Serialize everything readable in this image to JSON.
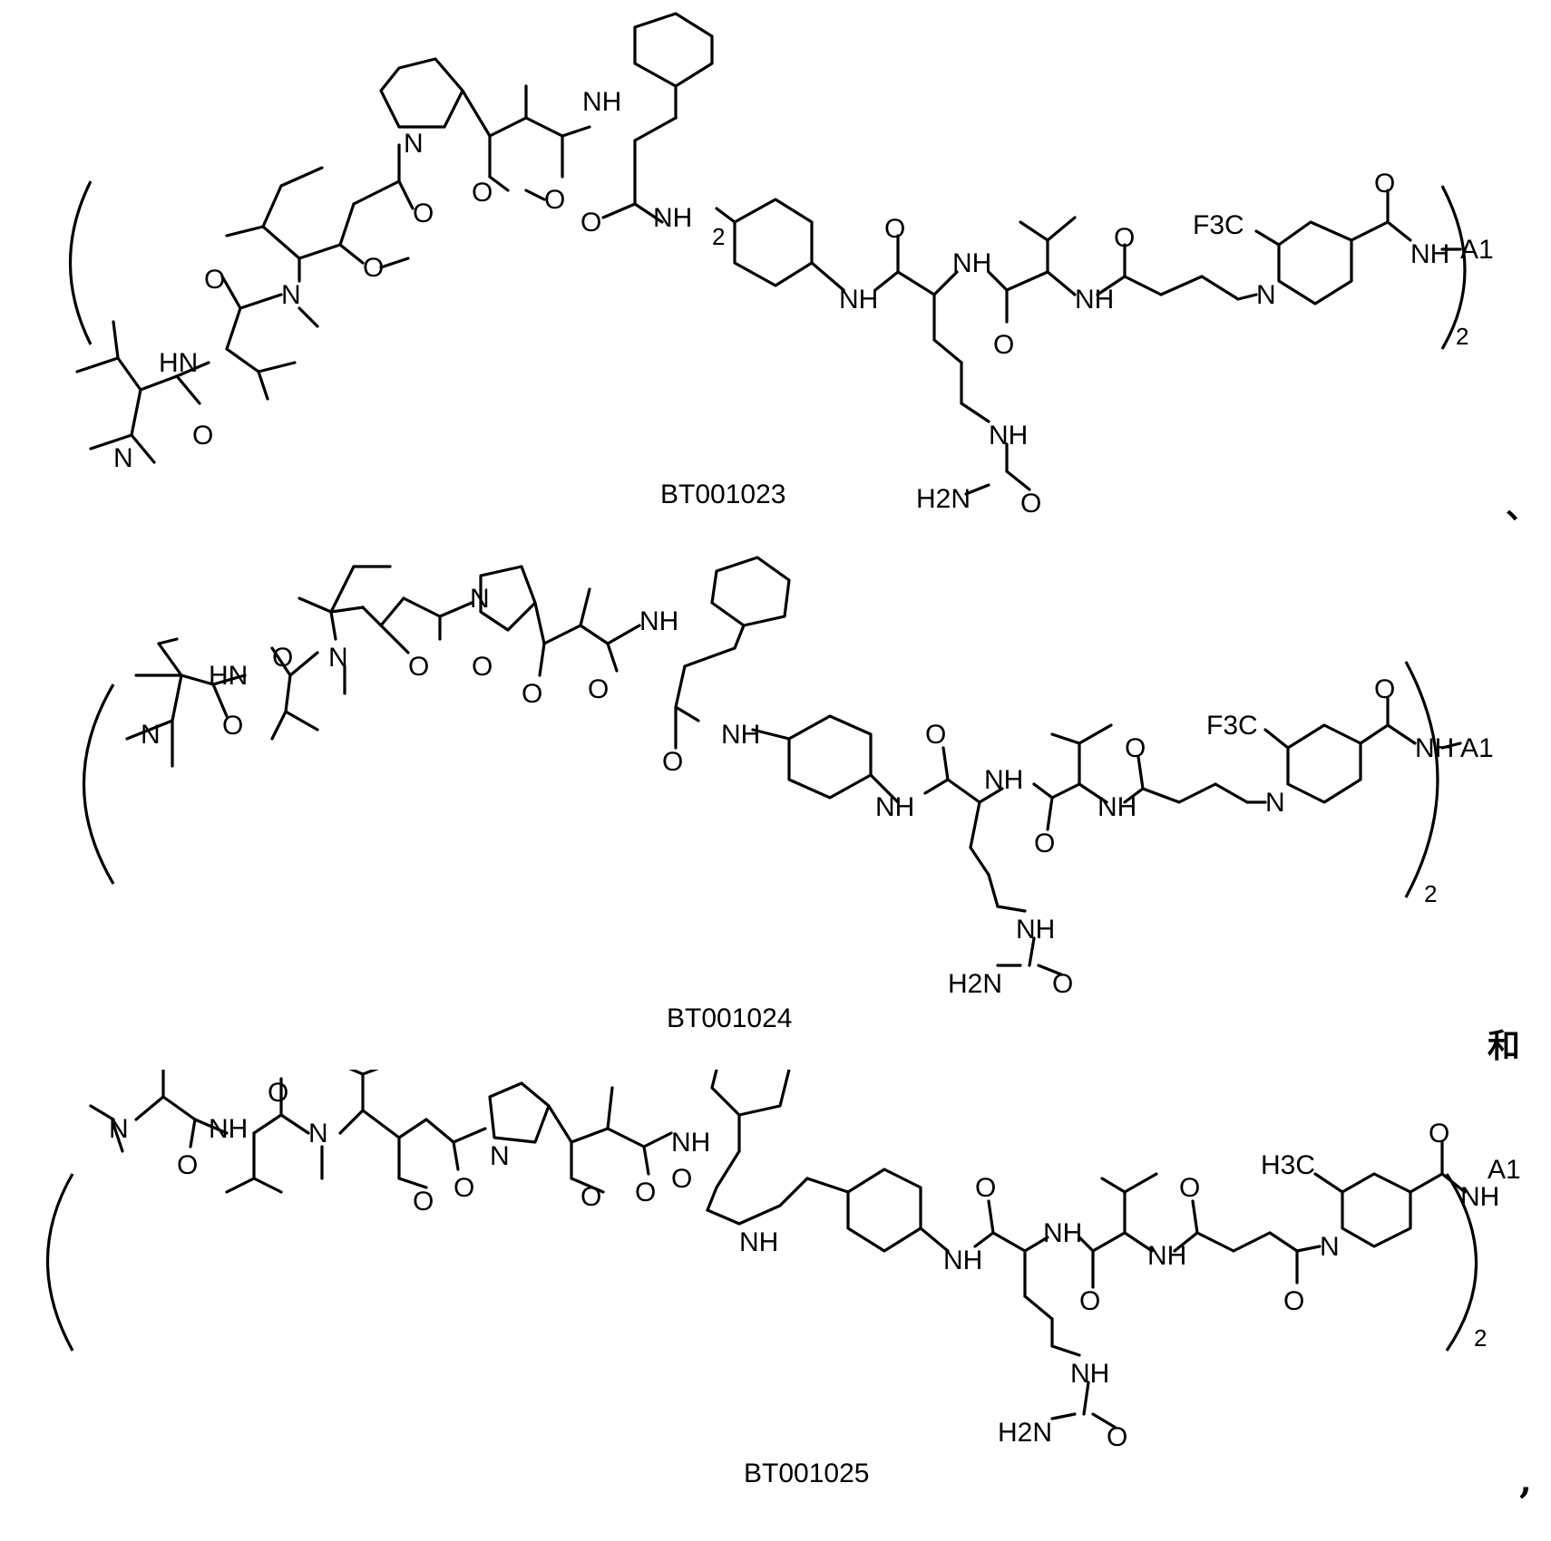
{
  "structures": [
    {
      "compound_id": "BT001023",
      "repeat_count": "2",
      "end_group": "A1",
      "piperidine_substituent": "F3C",
      "separator": "、",
      "atoms": {
        "n_pyrrolidine": "N",
        "nh_phe": "NH",
        "o_methoxy1": "O",
        "o_methoxy2": "O",
        "o_1": "O",
        "o_2": "O",
        "o_3": "O",
        "o_4": "O",
        "n_methyl": "N",
        "hn_val": "HN",
        "n_dimethyl": "N",
        "nh_linker": "NH",
        "linker_repeat": "2",
        "nh_aniline": "NH",
        "nh_cit": "NH",
        "nh_val": "NH",
        "n_piperidine": "N",
        "nh_amide": "NH",
        "o_5": "O",
        "o_6": "O",
        "o_7": "O",
        "o_8": "O",
        "nh_urea": "NH",
        "h2n": "H2N",
        "o_urea": "O"
      }
    },
    {
      "compound_id": "BT001024",
      "repeat_count": "2",
      "end_group": "A1",
      "piperidine_substituent": "F3C",
      "separator": "和",
      "atoms": {
        "n_pyrrolidine": "N",
        "nh_phe": "NH",
        "o_methoxy1": "O",
        "o_methoxy2": "O",
        "o_1": "O",
        "o_2": "O",
        "o_3": "O",
        "o_4": "O",
        "n_methyl": "N",
        "hn_val": "HN",
        "n_dimethyl": "N",
        "nh_linker": "NH",
        "nh_aniline": "NH",
        "nh_cit": "NH",
        "nh_val": "NH",
        "n_piperidine": "N",
        "nh_amide": "NH",
        "o_5": "O",
        "o_6": "O",
        "o_7": "O",
        "o_8": "O",
        "nh_urea": "NH",
        "h2n": "H2N",
        "o_urea": "O"
      }
    },
    {
      "compound_id": "BT001025",
      "repeat_count": "2",
      "end_group": "A1",
      "piperidine_substituent": "H3C",
      "separator": ",",
      "atoms": {
        "n_pyrrolidine": "N",
        "nh_phe": "NH",
        "o_methoxy1": "O",
        "o_methoxy2": "O",
        "o_1": "O",
        "o_2": "O",
        "o_3": "O",
        "o_4": "O",
        "n_methyl": "N",
        "n_val": "NH",
        "n_dimethyl": "N",
        "nh_linker": "NH",
        "nh_aniline": "NH",
        "nh_cit": "NH",
        "nh_val": "NH",
        "n_piperidine": "N",
        "nh_amide": "NH",
        "o_5": "O",
        "o_6": "O",
        "o_7": "O",
        "o_8": "O",
        "o_9": "O",
        "nh_urea": "NH",
        "h2n": "H2N",
        "o_urea": "O"
      }
    }
  ]
}
